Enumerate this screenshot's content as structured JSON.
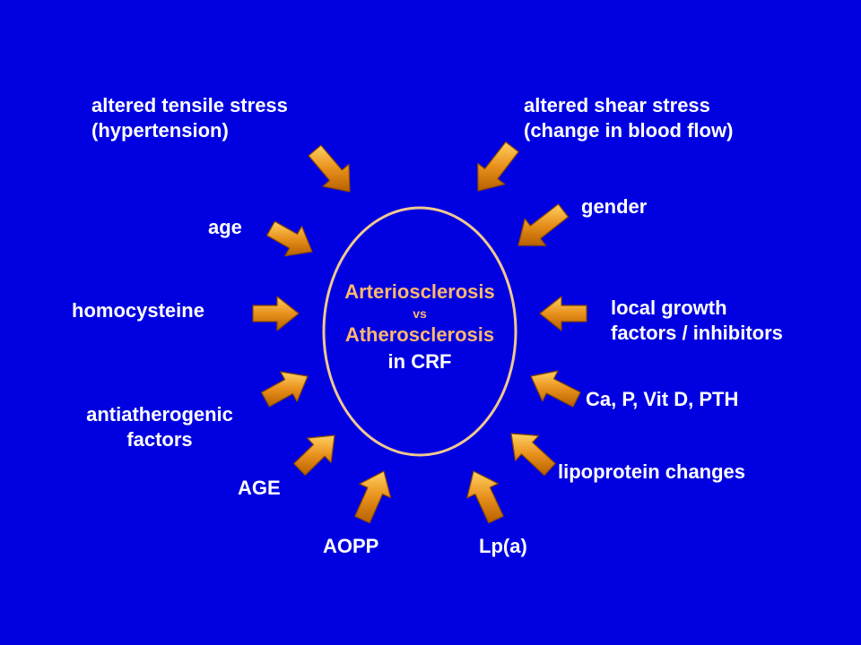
{
  "center": {
    "line1": "Arteriosclerosis",
    "line2": "vs",
    "line3": "Atherosclerosis",
    "line4": "in CRF"
  },
  "factors": {
    "tensile_l1": "altered tensile stress",
    "tensile_l2": "(hypertension)",
    "shear_l1": "altered shear stress",
    "shear_l2": "(change in blood flow)",
    "gender": "gender",
    "age": "age",
    "homocysteine": "homocysteine",
    "local_l1": "local growth",
    "local_l2": "factors / inhibitors",
    "ca_p": "Ca, P, Vit D, PTH",
    "antiath_l1": "antiatherogenic",
    "antiath_l2": "factors",
    "lipoprotein": "lipoprotein changes",
    "age_caps": "AGE",
    "aopp": "AOPP",
    "lpa": "Lp(a)"
  },
  "colors": {
    "background": "#0000e0",
    "ellipse_stroke": "#f0c890",
    "arrow_fill": "#e8901c",
    "arrow_highlight": "#ffd060",
    "arrow_stroke": "#8a4a00",
    "center_text": "#ffb870",
    "label_text": "#ffffff"
  }
}
